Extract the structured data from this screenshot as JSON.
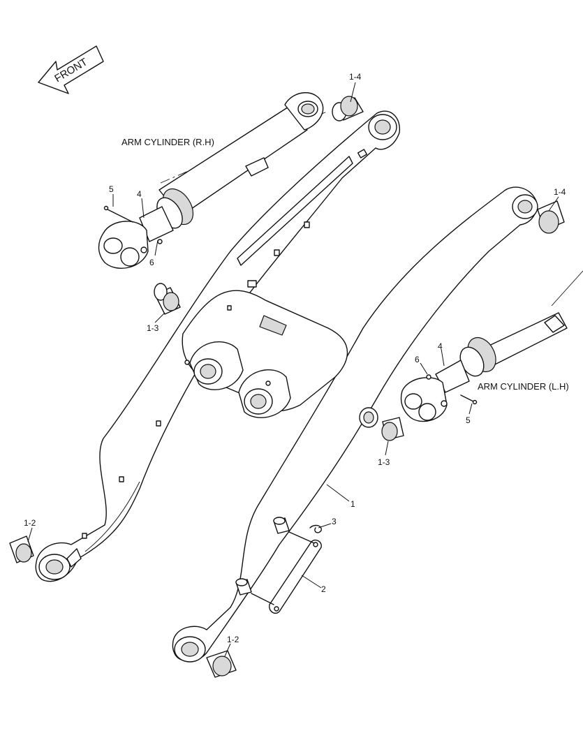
{
  "front_label": "FRONT",
  "titles": {
    "cylinder_rh": "ARM CYLINDER (R.H)",
    "cylinder_lh": "ARM CYLINDER (L.H)"
  },
  "callouts": {
    "c1_4_top": "1-4",
    "c1_4_right": "1-4",
    "c5_left": "5",
    "c4_left": "4",
    "c6_left": "6",
    "c1_3_left": "1-3",
    "c4_right": "4",
    "c6_right": "6",
    "c5_right": "5",
    "c1_3_right": "1-3",
    "c1": "1",
    "c3": "3",
    "c2": "2",
    "c1_2_left": "1-2",
    "c1_2_bottom": "1-2"
  }
}
